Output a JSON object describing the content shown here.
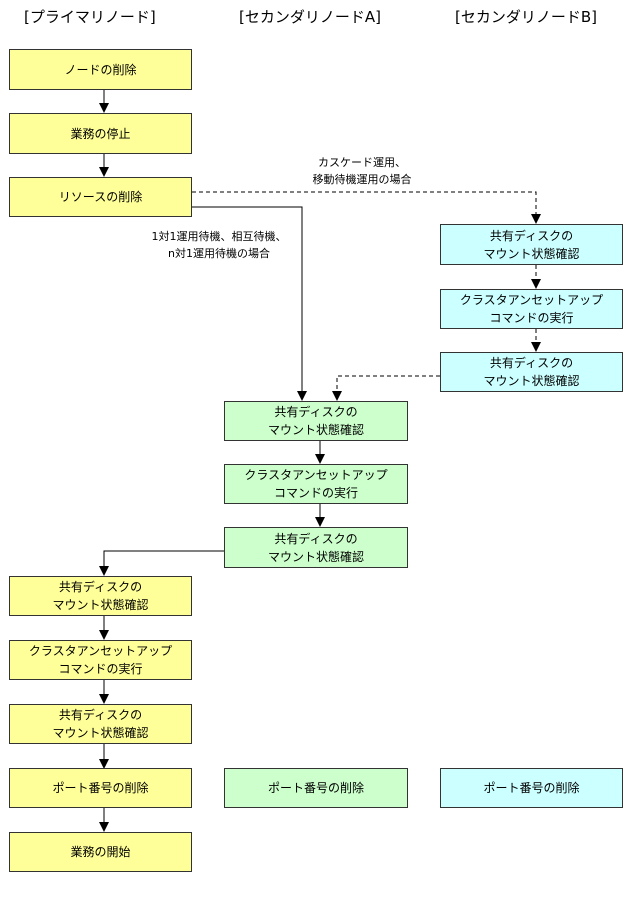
{
  "headers": {
    "primary": "[プライマリノード]",
    "secondary_a": "[セカンダリノードA]",
    "secondary_b": "[セカンダリノードB]"
  },
  "primary": {
    "delete_node": "ノードの削除",
    "stop_business": "業務の停止",
    "delete_resource": "リソースの削除",
    "check1": "共有ディスクの\nマウント状態確認",
    "cluster_setup": "クラスタアンセットアップ\nコマンドの実行",
    "check2": "共有ディスクの\nマウント状態確認",
    "delete_port": "ポート番号の削除",
    "start_business": "業務の開始"
  },
  "secondary_a": {
    "check1": "共有ディスクの\nマウント状態確認",
    "cluster_setup": "クラスタアンセットアップ\nコマンドの実行",
    "check2": "共有ディスクの\nマウント状態確認",
    "delete_port": "ポート番号の削除"
  },
  "secondary_b": {
    "check1": "共有ディスクの\nマウント状態確認",
    "cluster_setup": "クラスタアンセットアップ\nコマンドの実行",
    "check2": "共有ディスクの\nマウント状態確認",
    "delete_port": "ポート番号の削除"
  },
  "labels": {
    "cascade": "カスケード運用、\n移動待機運用の場合",
    "standby": "1対1運用待機、相互待機、\nn対1運用待機の場合"
  }
}
